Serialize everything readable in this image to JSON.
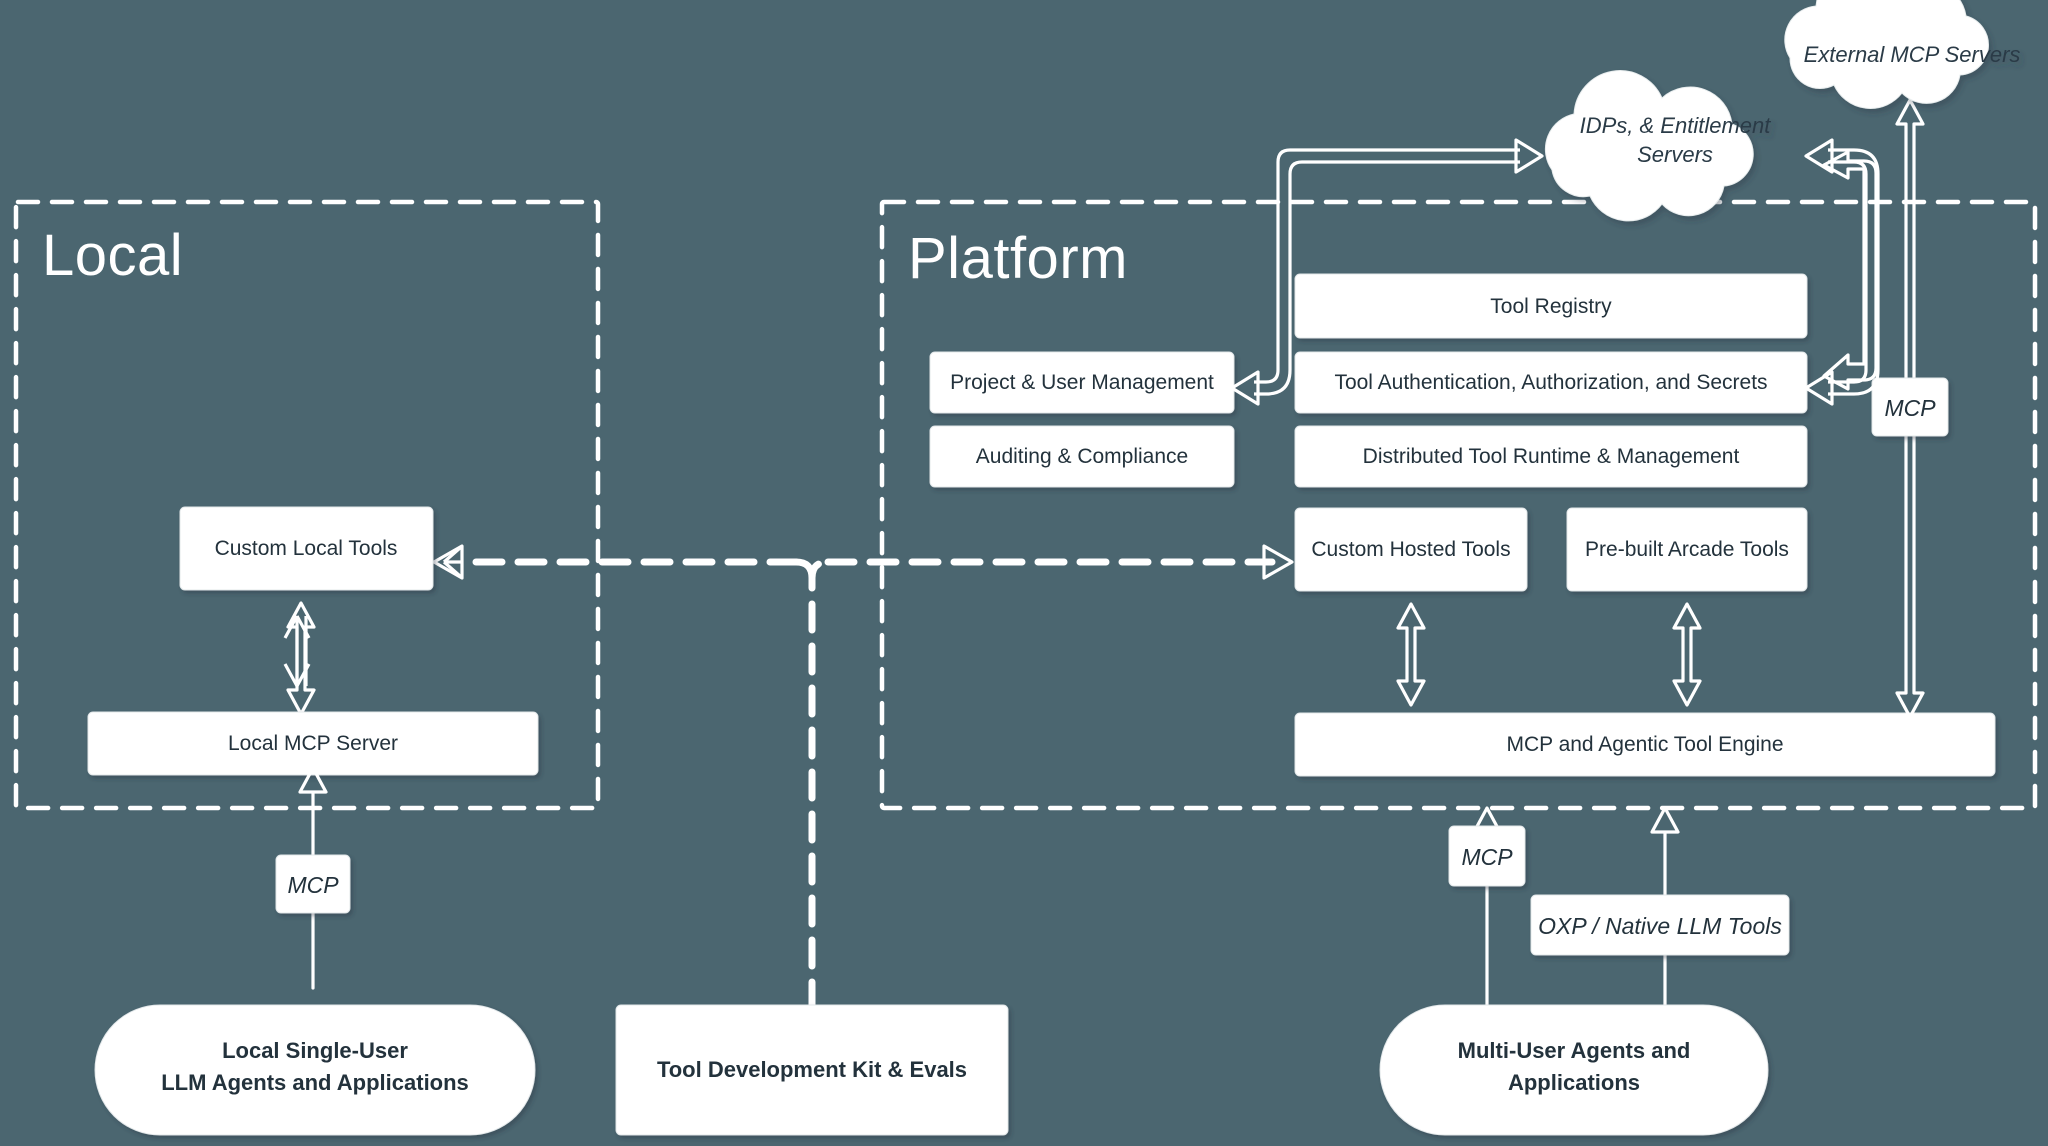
{
  "diagram": {
    "title": "Arcade Tool Platform Architecture",
    "background_color": "#4b6670",
    "box_fill": "#ffffff",
    "text_color": "#23323c",
    "line_color": "#ffffff"
  },
  "zones": {
    "local": {
      "label": "Local"
    },
    "platform": {
      "label": "Platform"
    }
  },
  "clouds": [
    {
      "id": "external-mcp-servers",
      "label": "External MCP Servers",
      "lines": [
        "External MCP Servers"
      ]
    },
    {
      "id": "idps-entitlement-servers",
      "label": "IDPs, & Entitlement Servers",
      "lines": [
        "IDPs, & Entitlement",
        "Servers"
      ]
    }
  ],
  "boxes": {
    "custom_local_tools": "Custom Local Tools",
    "local_mcp_server": "Local MCP Server",
    "project_user_management": "Project & User Management",
    "auditing_compliance": "Auditing & Compliance",
    "tool_registry": "Tool Registry",
    "tool_auth": "Tool Authentication, Authorization, and Secrets",
    "distributed_runtime": "Distributed Tool Runtime & Management",
    "custom_hosted_tools": "Custom Hosted Tools",
    "prebuilt_arcade_tools": "Pre-built Arcade Tools",
    "mcp_agentic_tool_engine": "MCP and Agentic Tool Engine",
    "tool_development_kit": "Tool Development Kit & Evals"
  },
  "terminals": {
    "local_agents": {
      "lines": [
        "Local Single-User",
        "LLM Agents and Applications"
      ]
    },
    "multi_user_agents": {
      "lines": [
        "Multi-User Agents and",
        "Applications"
      ]
    }
  },
  "edge_labels": {
    "mcp_local": "MCP",
    "mcp_platform_bottom": "MCP",
    "mcp_external": "MCP",
    "oxp_native": "OXP / Native LLM Tools"
  }
}
